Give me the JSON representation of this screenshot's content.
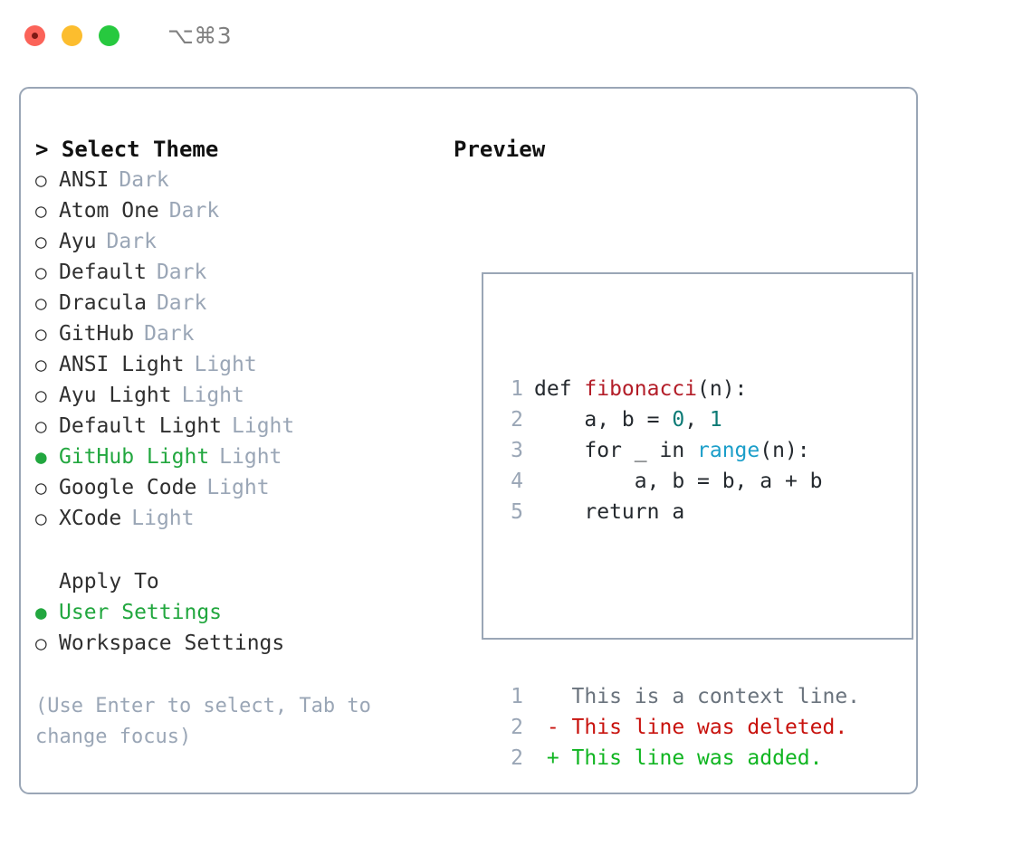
{
  "titlebar": {
    "shortcut": "⌥⌘3",
    "buttons": [
      "close",
      "minimize",
      "zoom"
    ]
  },
  "left": {
    "header": "> Select Theme",
    "themes": [
      {
        "bullet": "○",
        "label": "ANSI",
        "tag": "Dark",
        "selected": false
      },
      {
        "bullet": "○",
        "label": "Atom One",
        "tag": "Dark",
        "selected": false
      },
      {
        "bullet": "○",
        "label": "Ayu",
        "tag": "Dark",
        "selected": false
      },
      {
        "bullet": "○",
        "label": "Default",
        "tag": "Dark",
        "selected": false
      },
      {
        "bullet": "○",
        "label": "Dracula",
        "tag": "Dark",
        "selected": false
      },
      {
        "bullet": "○",
        "label": "GitHub",
        "tag": "Dark",
        "selected": false
      },
      {
        "bullet": "○",
        "label": "ANSI Light",
        "tag": "Light",
        "selected": false
      },
      {
        "bullet": "○",
        "label": "Ayu Light",
        "tag": "Light",
        "selected": false
      },
      {
        "bullet": "○",
        "label": "Default Light",
        "tag": "Light",
        "selected": false
      },
      {
        "bullet": "●",
        "label": "GitHub Light",
        "tag": "Light",
        "selected": true
      },
      {
        "bullet": "○",
        "label": "Google Code",
        "tag": "Light",
        "selected": false
      },
      {
        "bullet": "○",
        "label": "XCode",
        "tag": "Light",
        "selected": false
      }
    ],
    "apply_to": {
      "title": "Apply To",
      "options": [
        {
          "bullet": "●",
          "label": "User Settings",
          "selected": true
        },
        {
          "bullet": "○",
          "label": "Workspace Settings",
          "selected": false
        }
      ]
    },
    "hint": "(Use Enter to select, Tab to change focus)"
  },
  "right": {
    "header": "Preview",
    "code_lines": [
      {
        "no": "1",
        "parts": [
          {
            "t": "def ",
            "c": "tok-kw"
          },
          {
            "t": "fibonacci",
            "c": "tok-fn"
          },
          {
            "t": "(n):",
            "c": "tok-plain"
          }
        ]
      },
      {
        "no": "2",
        "parts": [
          {
            "t": "    a, b = ",
            "c": "tok-plain"
          },
          {
            "t": "0",
            "c": "tok-num"
          },
          {
            "t": ", ",
            "c": "tok-plain"
          },
          {
            "t": "1",
            "c": "tok-num"
          }
        ]
      },
      {
        "no": "3",
        "parts": [
          {
            "t": "    for _ in ",
            "c": "tok-plain"
          },
          {
            "t": "range",
            "c": "tok-call"
          },
          {
            "t": "(n):",
            "c": "tok-plain"
          }
        ]
      },
      {
        "no": "4",
        "parts": [
          {
            "t": "        a, b = b, a + b",
            "c": "tok-plain"
          }
        ]
      },
      {
        "no": "5",
        "parts": [
          {
            "t": "    return a",
            "c": "tok-plain"
          }
        ]
      }
    ],
    "diff_lines": [
      {
        "no": "1",
        "text": "   This is a context line.",
        "cls": "diff-ctx"
      },
      {
        "no": "2",
        "text": " - This line was deleted.",
        "cls": "diff-del"
      },
      {
        "no": "2",
        "text": " + This line was added.",
        "cls": "diff-add"
      }
    ]
  },
  "colors": {
    "accent_green": "#22a73f",
    "border": "#9aa6b6",
    "muted": "#9aa6b6",
    "text": "#2f2f2f",
    "diff_add": "#10b521",
    "diff_del": "#c8120d",
    "code_fn": "#b31d28",
    "code_num": "#0b7a75",
    "code_call": "#1b9ec9"
  }
}
